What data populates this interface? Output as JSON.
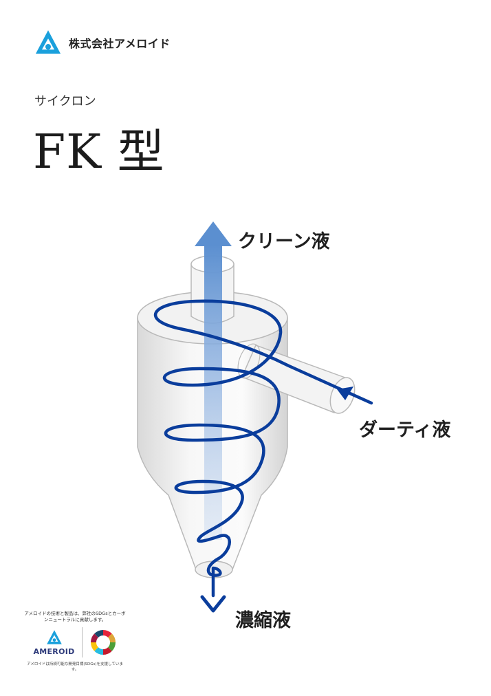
{
  "header": {
    "company_name": "株式会社アメロイド",
    "logo_icon": "ameroid-logo-icon"
  },
  "product": {
    "subtitle": "サイクロン",
    "title": "FK 型"
  },
  "diagram": {
    "labels": {
      "clean": "クリーン液",
      "dirty": "ダーティ液",
      "concentrate": "濃縮液"
    },
    "colors": {
      "flow": "#0a3d9c",
      "arrow_up": "#5b8fd0",
      "body_outline": "#b9b9b9"
    }
  },
  "footer": {
    "sdgs_statement": "アメロイドの技術と製品は、弊社のSDGsとカーボンニュートラルに貢献します。",
    "brand": "AMEROID",
    "sdgs_note": "アメロイドは持続可能な開発目標(SDGs)を支援しています。"
  }
}
